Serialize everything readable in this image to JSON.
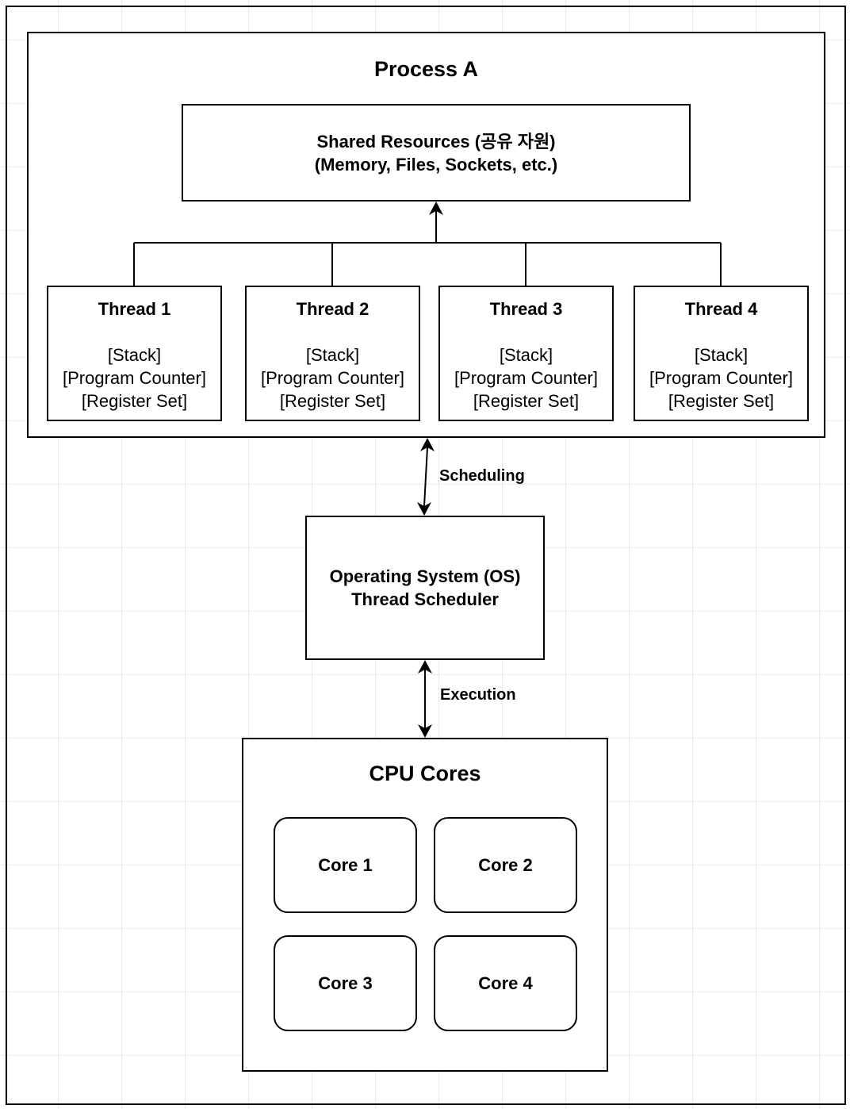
{
  "process": {
    "title": "Process A",
    "shared_resources": {
      "line1": "Shared Resources (공유 자원)",
      "line2": "(Memory, Files, Sockets, etc.)"
    },
    "threads": [
      {
        "title": "Thread 1",
        "stack": "[Stack]",
        "pc": "[Program Counter]",
        "regs": "[Register Set]"
      },
      {
        "title": "Thread 2",
        "stack": "[Stack]",
        "pc": "[Program Counter]",
        "regs": "[Register Set]"
      },
      {
        "title": "Thread 3",
        "stack": "[Stack]",
        "pc": "[Program Counter]",
        "regs": "[Register Set]"
      },
      {
        "title": "Thread 4",
        "stack": "[Stack]",
        "pc": "[Program Counter]",
        "regs": "[Register Set]"
      }
    ]
  },
  "edges": {
    "scheduling": "Scheduling",
    "execution": "Execution"
  },
  "os": {
    "line1": "Operating System (OS)",
    "line2": "Thread Scheduler"
  },
  "cpu": {
    "title": "CPU Cores",
    "cores": [
      "Core 1",
      "Core 2",
      "Core 3",
      "Core 4"
    ]
  }
}
